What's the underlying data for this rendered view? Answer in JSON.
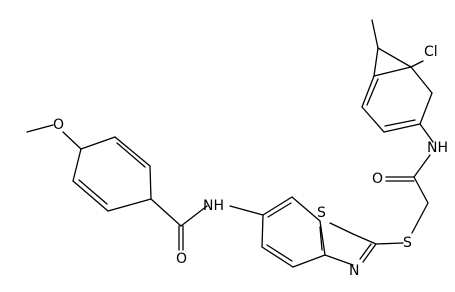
{
  "atoms": {
    "cl": "Cl",
    "nh_upper": "NH",
    "o_amide_upper": "O",
    "s_thioether": "S",
    "s_ring": "S",
    "n_ring": "N",
    "nh_lower": "NH",
    "o_carbonyl_lower": "O",
    "o_methoxy": "O"
  }
}
